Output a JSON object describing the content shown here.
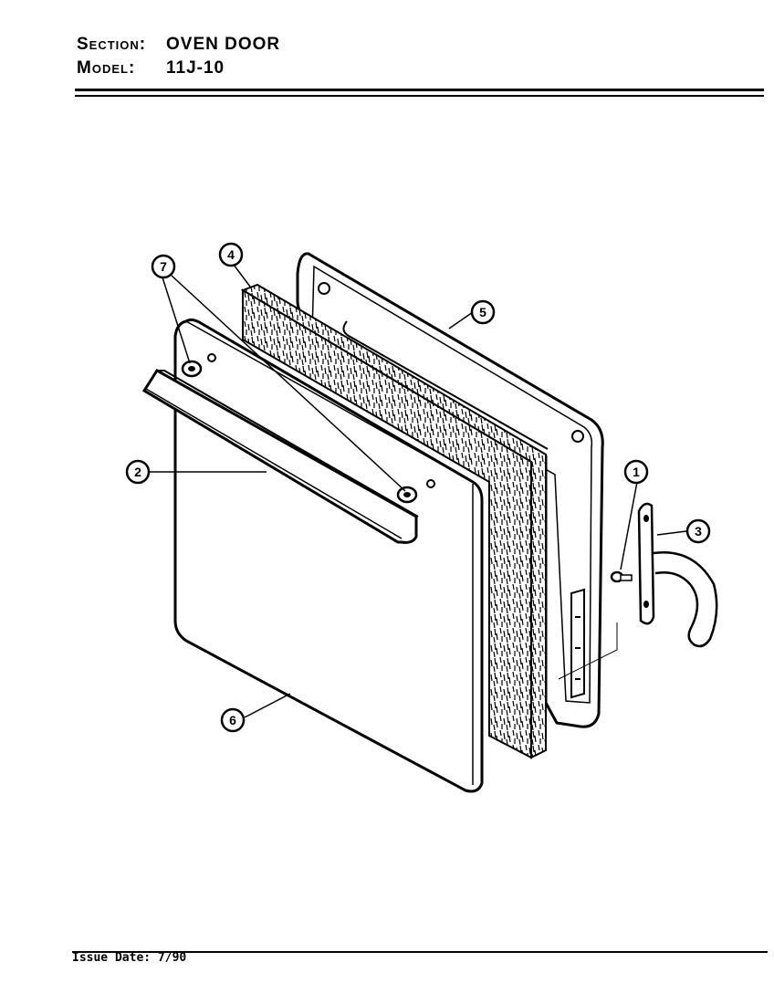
{
  "header": {
    "section_label": "Section:",
    "section_value": "OVEN DOOR",
    "model_label": "Model:",
    "model_value": "11J-10"
  },
  "footer": {
    "issue_date": "Issue Date: 7/90"
  },
  "callouts": [
    "1",
    "2",
    "3",
    "4",
    "5",
    "6",
    "7"
  ],
  "parts": {
    "door_liner": "door liner",
    "insulation": "insulation",
    "outer_panel": "outer door panel",
    "handle": "door handle",
    "hinge": "hinge",
    "screws": "screws",
    "spacers": "spacers"
  }
}
